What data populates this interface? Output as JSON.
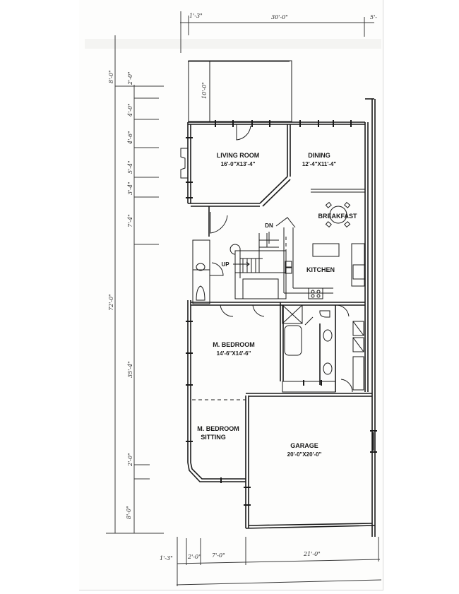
{
  "floorplan": {
    "rooms": [
      {
        "id": "living",
        "name": "LIVING ROOM",
        "size": "16'-0\"X13'-4\""
      },
      {
        "id": "dining",
        "name": "DINING",
        "size": "12'-4\"X11'-4\""
      },
      {
        "id": "breakfast",
        "name": "BREAKFAST",
        "size": ""
      },
      {
        "id": "kitchen",
        "name": "KITCHEN",
        "size": ""
      },
      {
        "id": "mbedroom",
        "name": "M. BEDROOM",
        "size": "14'-6\"X14'-6\""
      },
      {
        "id": "sitting",
        "name": "M. BEDROOM",
        "name2": "SITTING",
        "size": ""
      },
      {
        "id": "garage",
        "name": "GARAGE",
        "size": "20'-0\"X20'-0\""
      }
    ],
    "stairs": {
      "up": "UP",
      "down": "DN"
    },
    "patio_dim": "10'-0\"",
    "dimensions": {
      "top": [
        "1'-3\"",
        "30'-0\"",
        "5'-"
      ],
      "left_outer": [
        "8'-0\"",
        "72'-0\"",
        "8'-0\""
      ],
      "left_inner": [
        "2'-0\"",
        "4'-0\"",
        "4'-6\"",
        "5'-4\"",
        "3'-4\"",
        "7'-4\"",
        "35'-4\"",
        "2'-0\""
      ],
      "bottom": [
        "1'-3\"",
        "2'-0\"",
        "7'-0\"",
        "21'-0\""
      ]
    }
  }
}
